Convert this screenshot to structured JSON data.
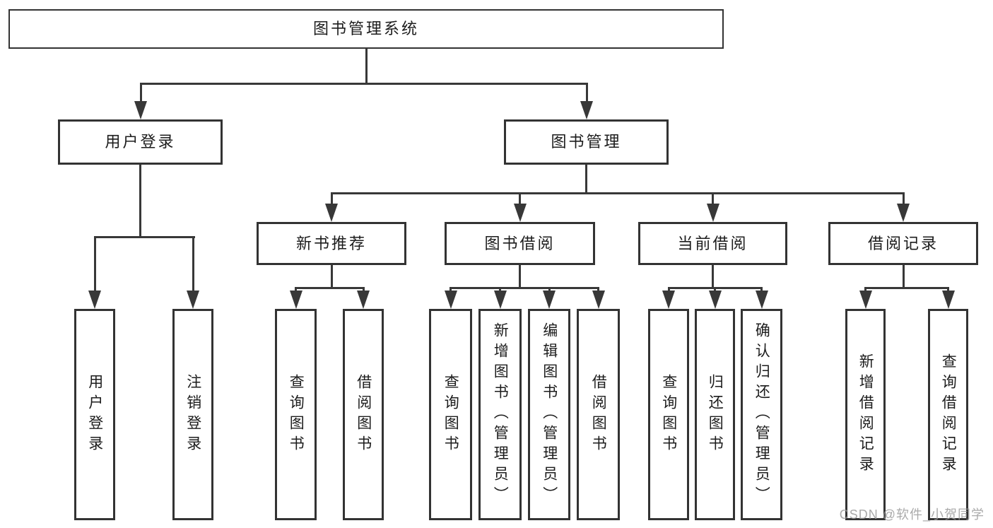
{
  "tree": {
    "root": {
      "label": "图书管理系统"
    },
    "branches": [
      {
        "label": "用户登录",
        "leaves": [
          "用户登录",
          "注销登录"
        ]
      },
      {
        "label": "图书管理",
        "groups": [
          {
            "label": "新书推荐",
            "leaves": [
              "查询图书",
              "借阅图书"
            ]
          },
          {
            "label": "图书借阅",
            "leaves": [
              "查询图书",
              "新增图书（管理员）",
              "编辑图书（管理员）",
              "借阅图书"
            ]
          },
          {
            "label": "当前借阅",
            "leaves": [
              "查询图书",
              "归还图书",
              "确认归还（管理员）"
            ]
          },
          {
            "label": "借阅记录",
            "leaves": [
              "新增借阅记录",
              "查询借阅记录"
            ]
          }
        ]
      }
    ]
  },
  "watermark": "CSDN @软件_小贺同学",
  "colors": {
    "line": "#383838",
    "box_border": "#333333",
    "text": "#1c1c1c",
    "watermark_text": "#9c9c9c",
    "background": "#ffffff"
  }
}
